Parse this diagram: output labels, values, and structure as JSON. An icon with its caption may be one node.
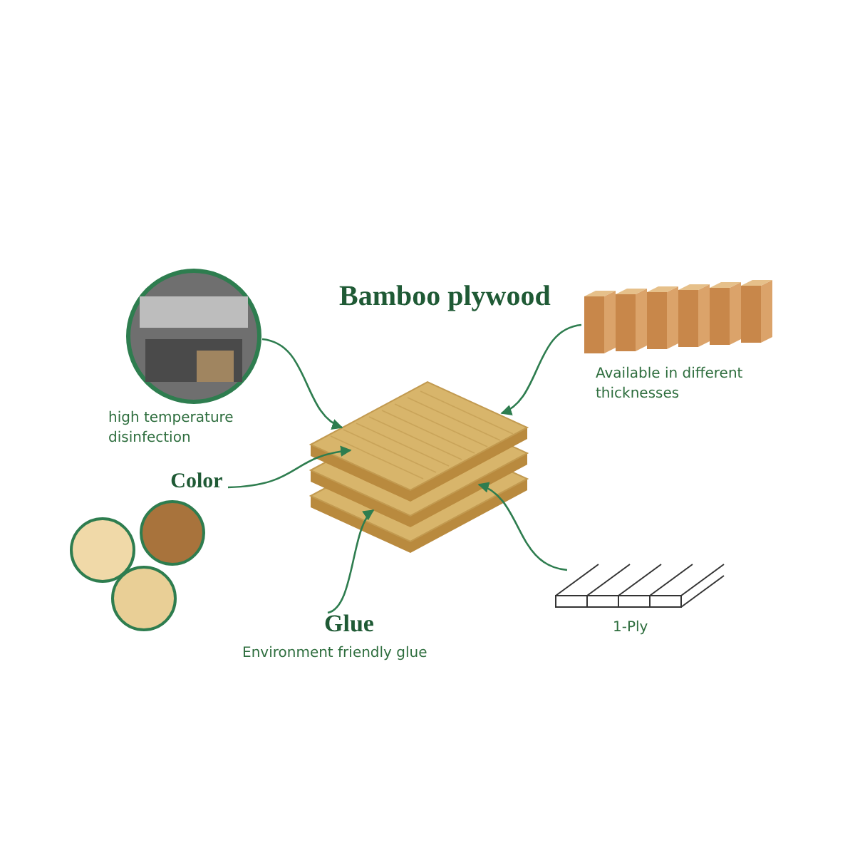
{
  "diagram": {
    "title": "Bamboo plywood",
    "nodes": [
      {
        "text": [],
        "shape": "picture"
      },
      {
        "text": [],
        "shape": "picture",
        "beside": [
          "high temperature disinfection"
        ]
      },
      {
        "text": [],
        "shape": "picture",
        "beside": [
          "Available in different thicknesses"
        ]
      },
      {
        "text": [
          "Color"
        ]
      },
      {
        "text": [
          "Glue",
          "Environment friendly glue"
        ]
      },
      {
        "text": [],
        "shape": "picture",
        "beside": [
          "1-Ply"
        ]
      }
    ],
    "edges": [
      {
        "from": 1,
        "to": 0,
        "arrow": "to"
      },
      {
        "from": 2,
        "to": 0,
        "arrow": "to"
      },
      {
        "from": 3,
        "to": 0,
        "arrow": "to"
      },
      {
        "from": 4,
        "to": 0,
        "arrow": "to"
      },
      {
        "from": 5,
        "to": 0,
        "arrow": "to"
      }
    ]
  }
}
